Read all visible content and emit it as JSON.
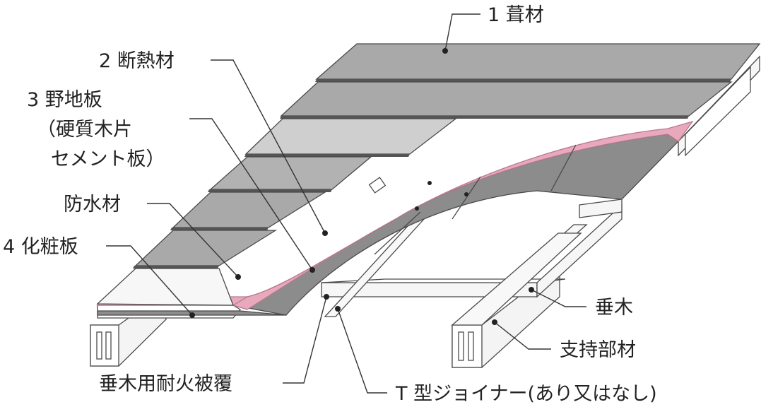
{
  "colors": {
    "shingle": "#a9a9a9",
    "shingle_light": "#cfcfcf",
    "shingle_edge": "#555555",
    "insulation": "#e8a9bd",
    "insulation_edge": "#b87a8f",
    "board": "#8c8c8c",
    "frame": "#f3f3f3",
    "line": "#4a4a4a"
  },
  "labels": {
    "roofing": "1 葺材",
    "insulation": "2 断熱材",
    "sheathing_line1": "3 野地板",
    "sheathing_line2": "（硬質木片",
    "sheathing_line3": "セメント板）",
    "waterproof": "防水材",
    "finish_board": "4 化粧板",
    "rafter": "垂木",
    "support": "支持部材",
    "fireproof": "垂木用耐火被覆",
    "joiner": "T 型ジョイナー(あり又はなし)"
  }
}
